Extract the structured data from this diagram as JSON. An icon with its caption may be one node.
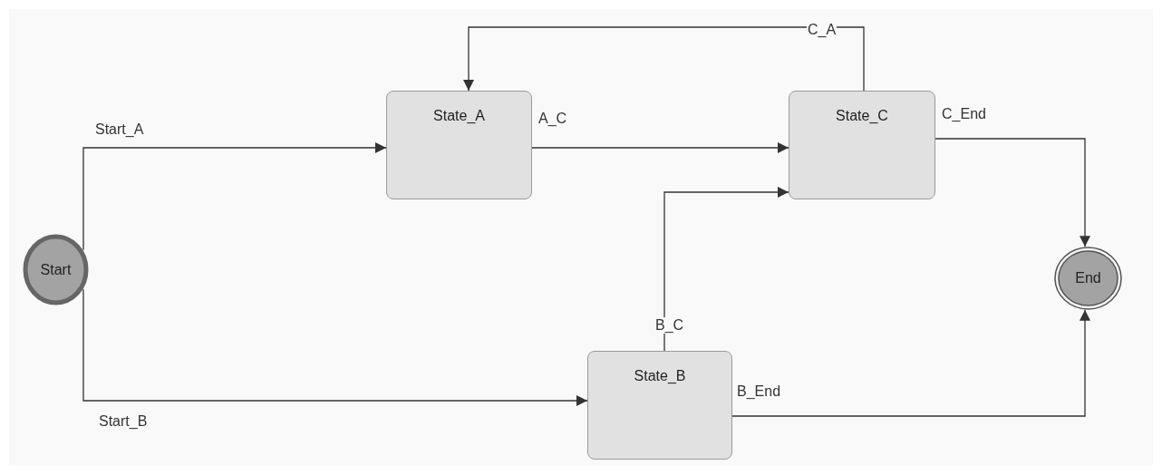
{
  "diagram": {
    "nodes": [
      {
        "text": [
          "Start"
        ]
      },
      {
        "text": [
          "State_A"
        ]
      },
      {
        "text": [
          "State_C"
        ]
      },
      {
        "text": [
          "End"
        ]
      },
      {
        "text": [
          "State_B"
        ]
      }
    ],
    "edges": [
      {
        "from": 0,
        "to": 1,
        "arrow": "to",
        "label": "Start_A"
      },
      {
        "from": 0,
        "to": 4,
        "arrow": "to",
        "label": "Start_B"
      },
      {
        "from": 1,
        "to": 2,
        "arrow": "to",
        "label": "A_C"
      },
      {
        "from": 2,
        "to": 1,
        "arrow": "to",
        "label": "C_A"
      },
      {
        "from": 4,
        "to": 2,
        "arrow": "to",
        "label": "B_C"
      },
      {
        "from": 2,
        "to": 3,
        "arrow": "to",
        "label": "C_End"
      },
      {
        "from": 4,
        "to": 3,
        "arrow": "to",
        "label": "B_End"
      }
    ]
  }
}
